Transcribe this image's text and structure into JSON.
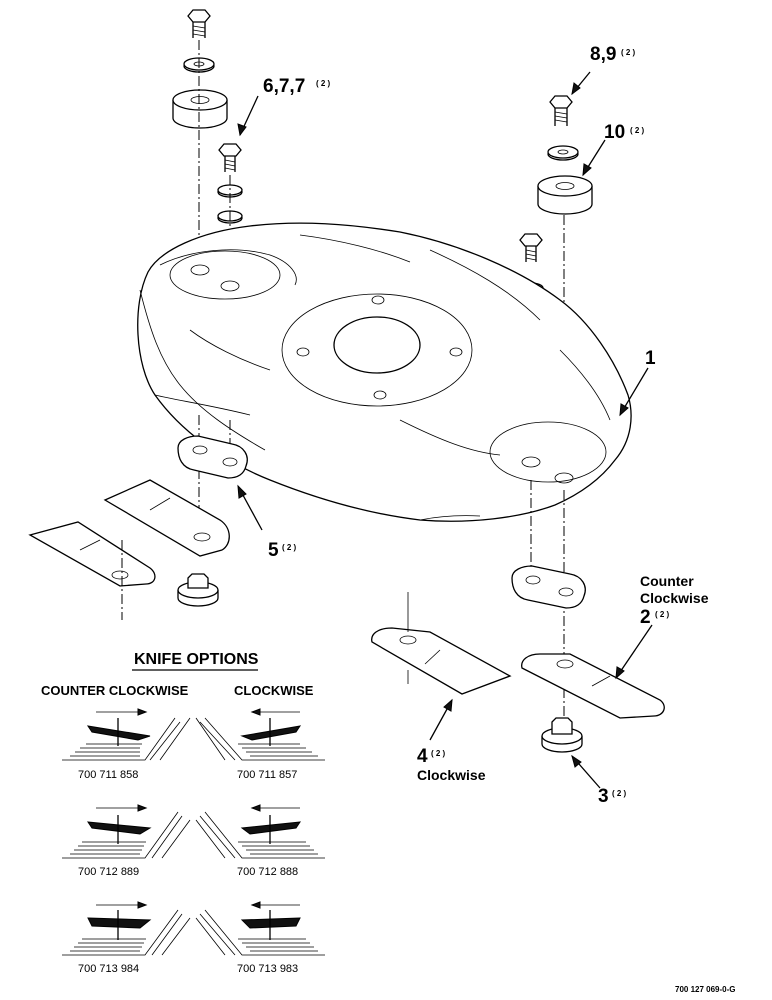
{
  "callouts": {
    "c1": {
      "num": "1",
      "qty": ""
    },
    "c6": {
      "num": "6,7,7",
      "qty": "( 2 )"
    },
    "c8": {
      "num": "8,9",
      "qty": "( 2 )"
    },
    "c10": {
      "num": "10",
      "qty": "( 2 )"
    },
    "c5": {
      "num": "5",
      "qty": "( 2 )"
    },
    "c2": {
      "num": "2",
      "qty": "( 2 )",
      "line1": "Counter",
      "line2": "Clockwise"
    },
    "c4": {
      "num": "4",
      "qty": "( 2 )",
      "desc": "Clockwise"
    },
    "c3": {
      "num": "3",
      "qty": "( 2 )"
    }
  },
  "knife_options": {
    "title": "KNIFE OPTIONS",
    "col_left": "COUNTER CLOCKWISE",
    "col_right": "CLOCKWISE",
    "rows": [
      {
        "left": "700 711 858",
        "right": "700 711 857"
      },
      {
        "left": "700 712 889",
        "right": "700 712 888"
      },
      {
        "left": "700 713 984",
        "right": "700 713 983"
      }
    ]
  },
  "drawing_number": "700 127 069-0-G"
}
